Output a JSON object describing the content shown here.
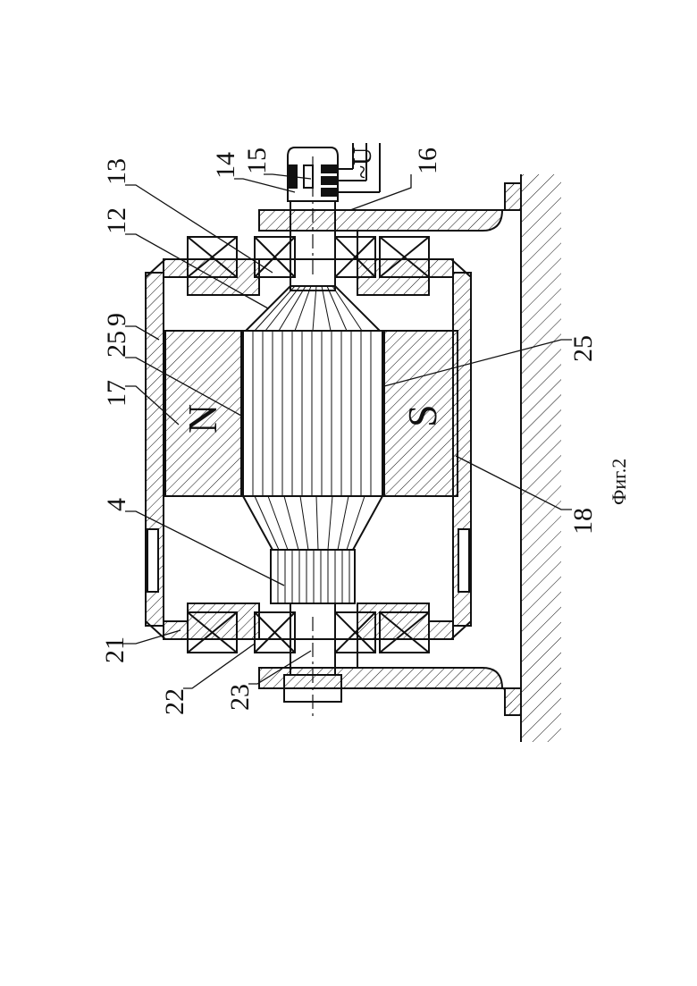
{
  "figure": {
    "caption": "Фиг.2",
    "pole_north": "N",
    "pole_south": "S",
    "supply_label": "~U",
    "labels": {
      "l4": "4",
      "l9": "9",
      "l12": "12",
      "l13": "13",
      "l14": "14",
      "l15": "15",
      "l16": "16",
      "l17": "17",
      "l18": "18",
      "l21": "21",
      "l22": "22",
      "l23": "23",
      "l25a": "25",
      "l25b": "25"
    }
  },
  "colors": {
    "ink": "#111111",
    "paper": "#ffffff"
  }
}
